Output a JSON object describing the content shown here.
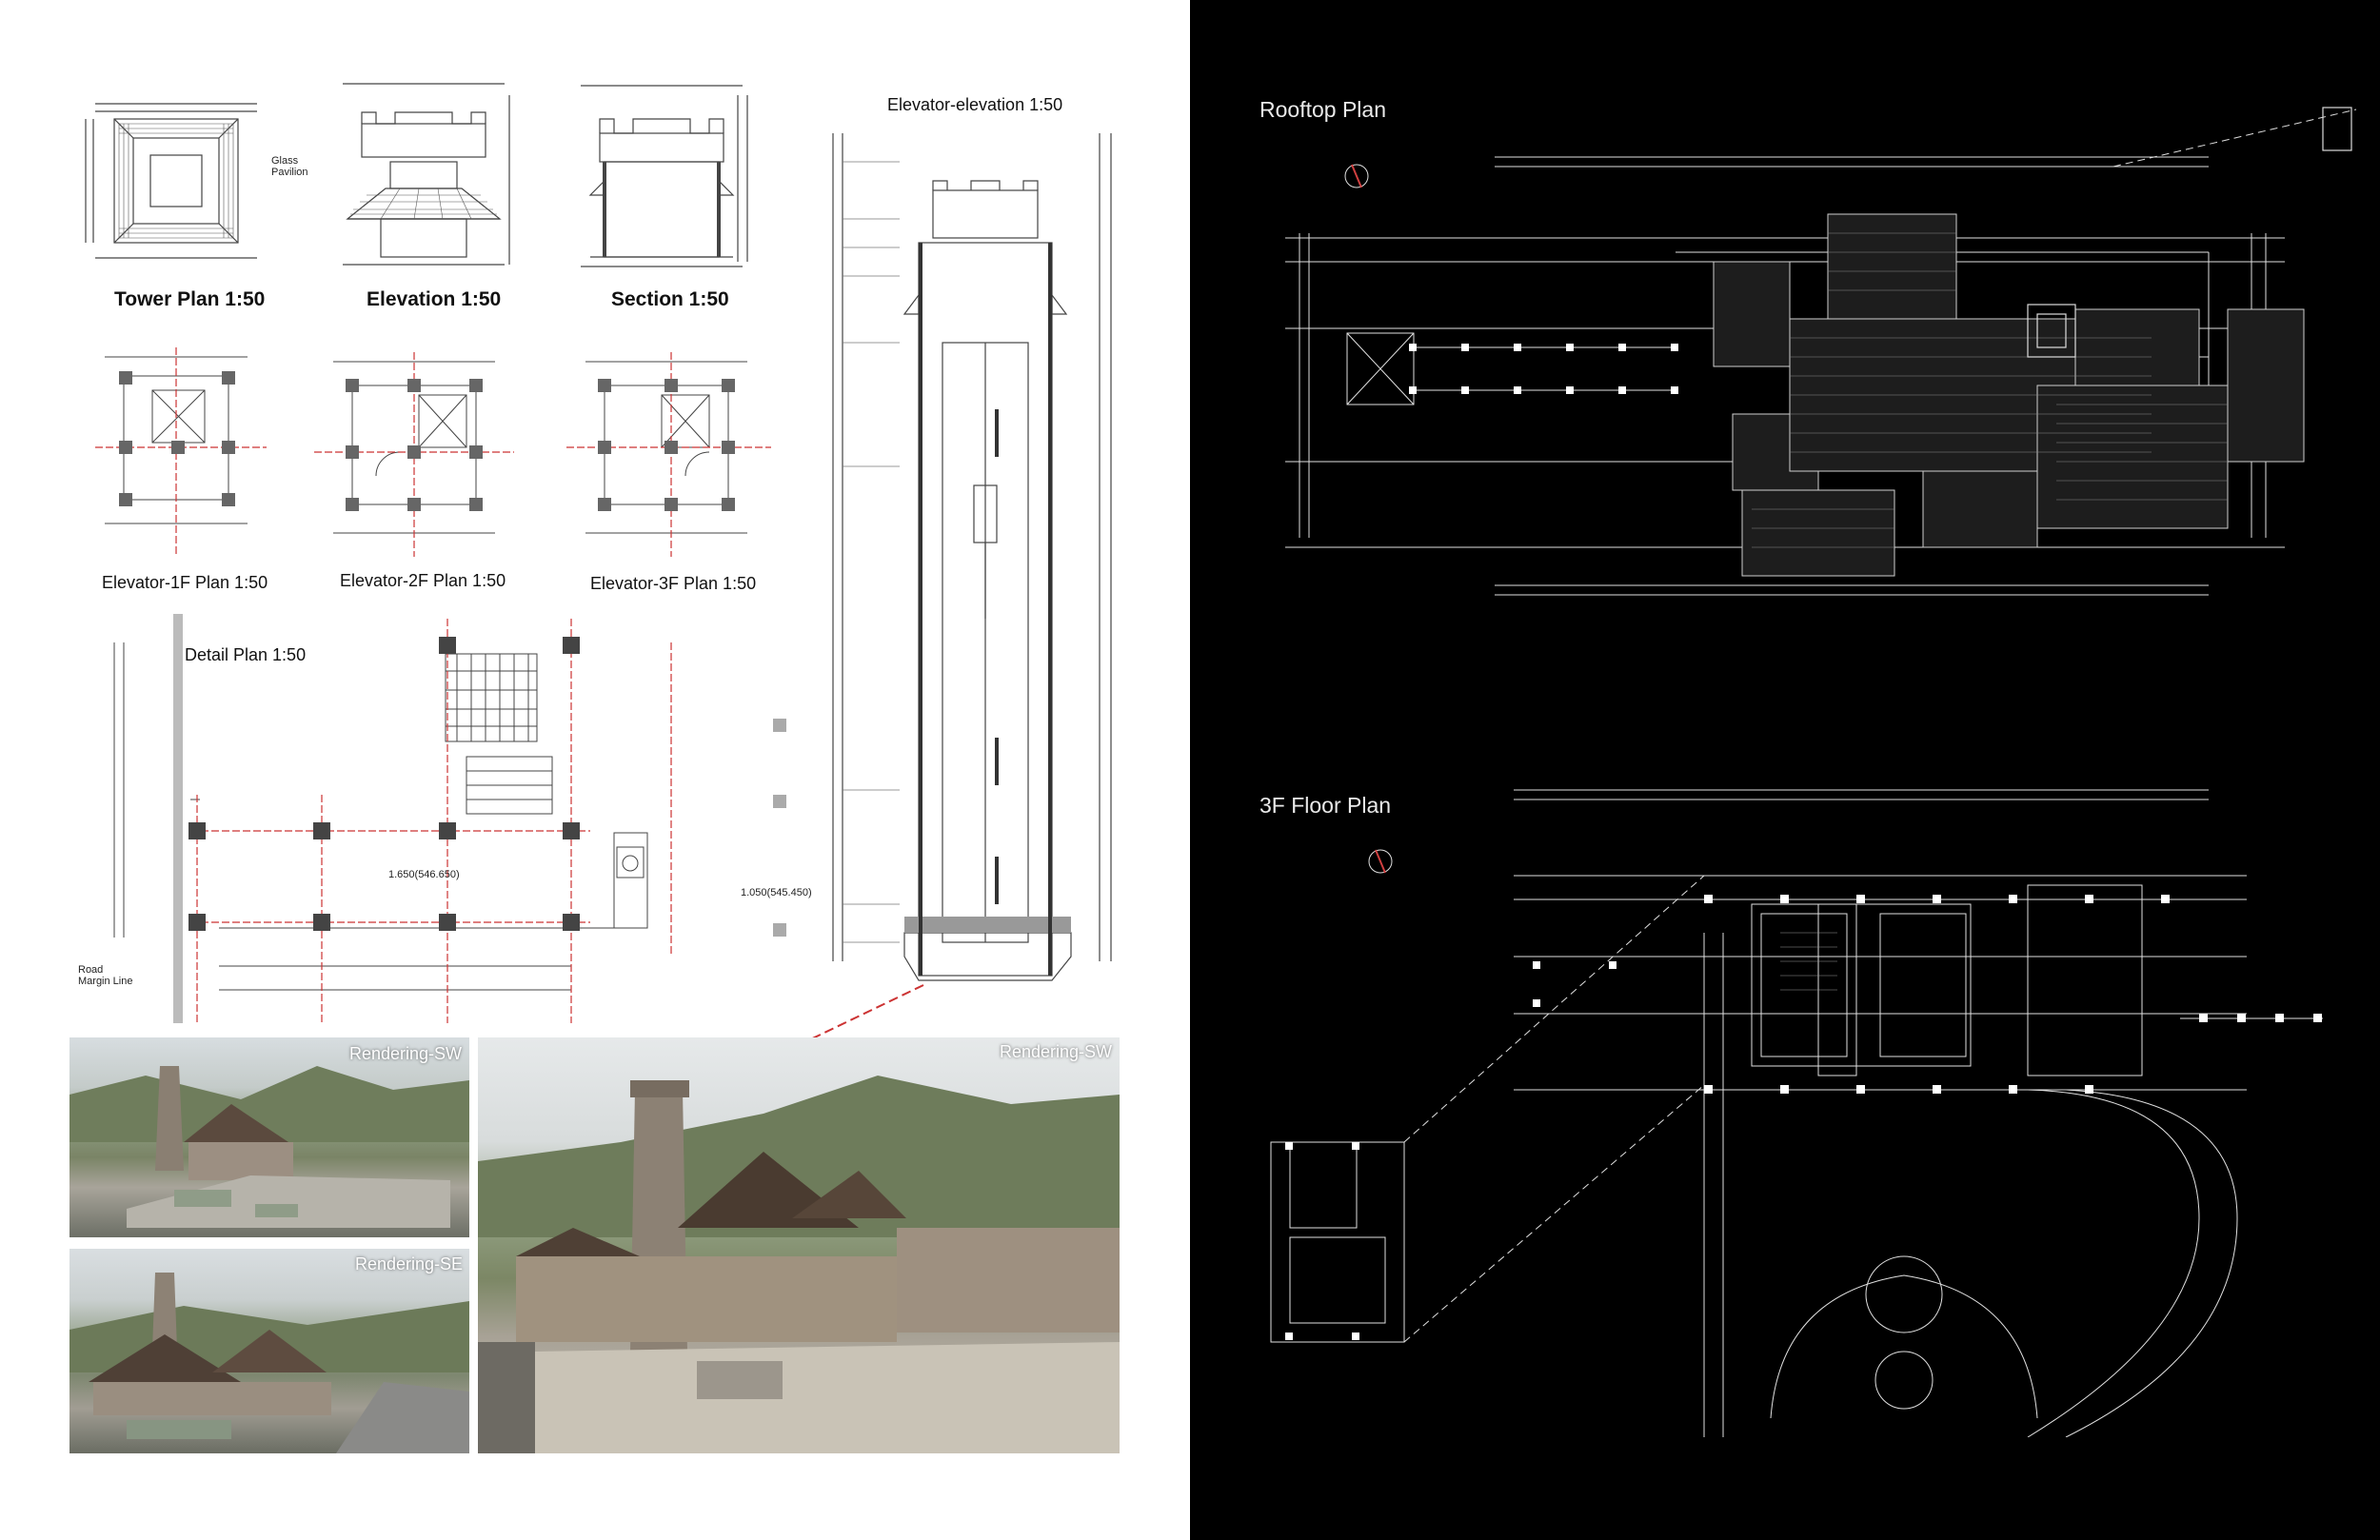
{
  "left_panel": {
    "captions": {
      "tower_plan": "Tower Plan 1:50",
      "elevation": "Elevation 1:50",
      "section": "Section 1:50",
      "elevator_elevation": "Elevator-elevation  1:50",
      "elevator_1f": "Elevator-1F Plan 1:50",
      "elevator_2f": "Elevator-2F Plan 1:50",
      "elevator_3f": "Elevator-3F Plan 1:50",
      "detail_plan": "Detail Plan 1:50"
    },
    "annotations": {
      "glass_pavilion": "Glass\nPavilion",
      "road_margin": "Road\nMargin Line",
      "level_1": "1.650(546.650)",
      "level_2": "1.050(545.450)"
    },
    "renderings": {
      "sw_small": "Rendering-SW",
      "se_small": "Rendering-SE",
      "sw_large": "Rendering-SW"
    }
  },
  "right_panel": {
    "rooftop_title": "Rooftop Plan",
    "floor3_title": "3F Floor Plan"
  },
  "colors": {
    "background_left": "#ffffff",
    "background_right": "#000000",
    "line_dark": "#333333",
    "axis_red": "#cc3333",
    "cad_line": "#dddddd"
  }
}
